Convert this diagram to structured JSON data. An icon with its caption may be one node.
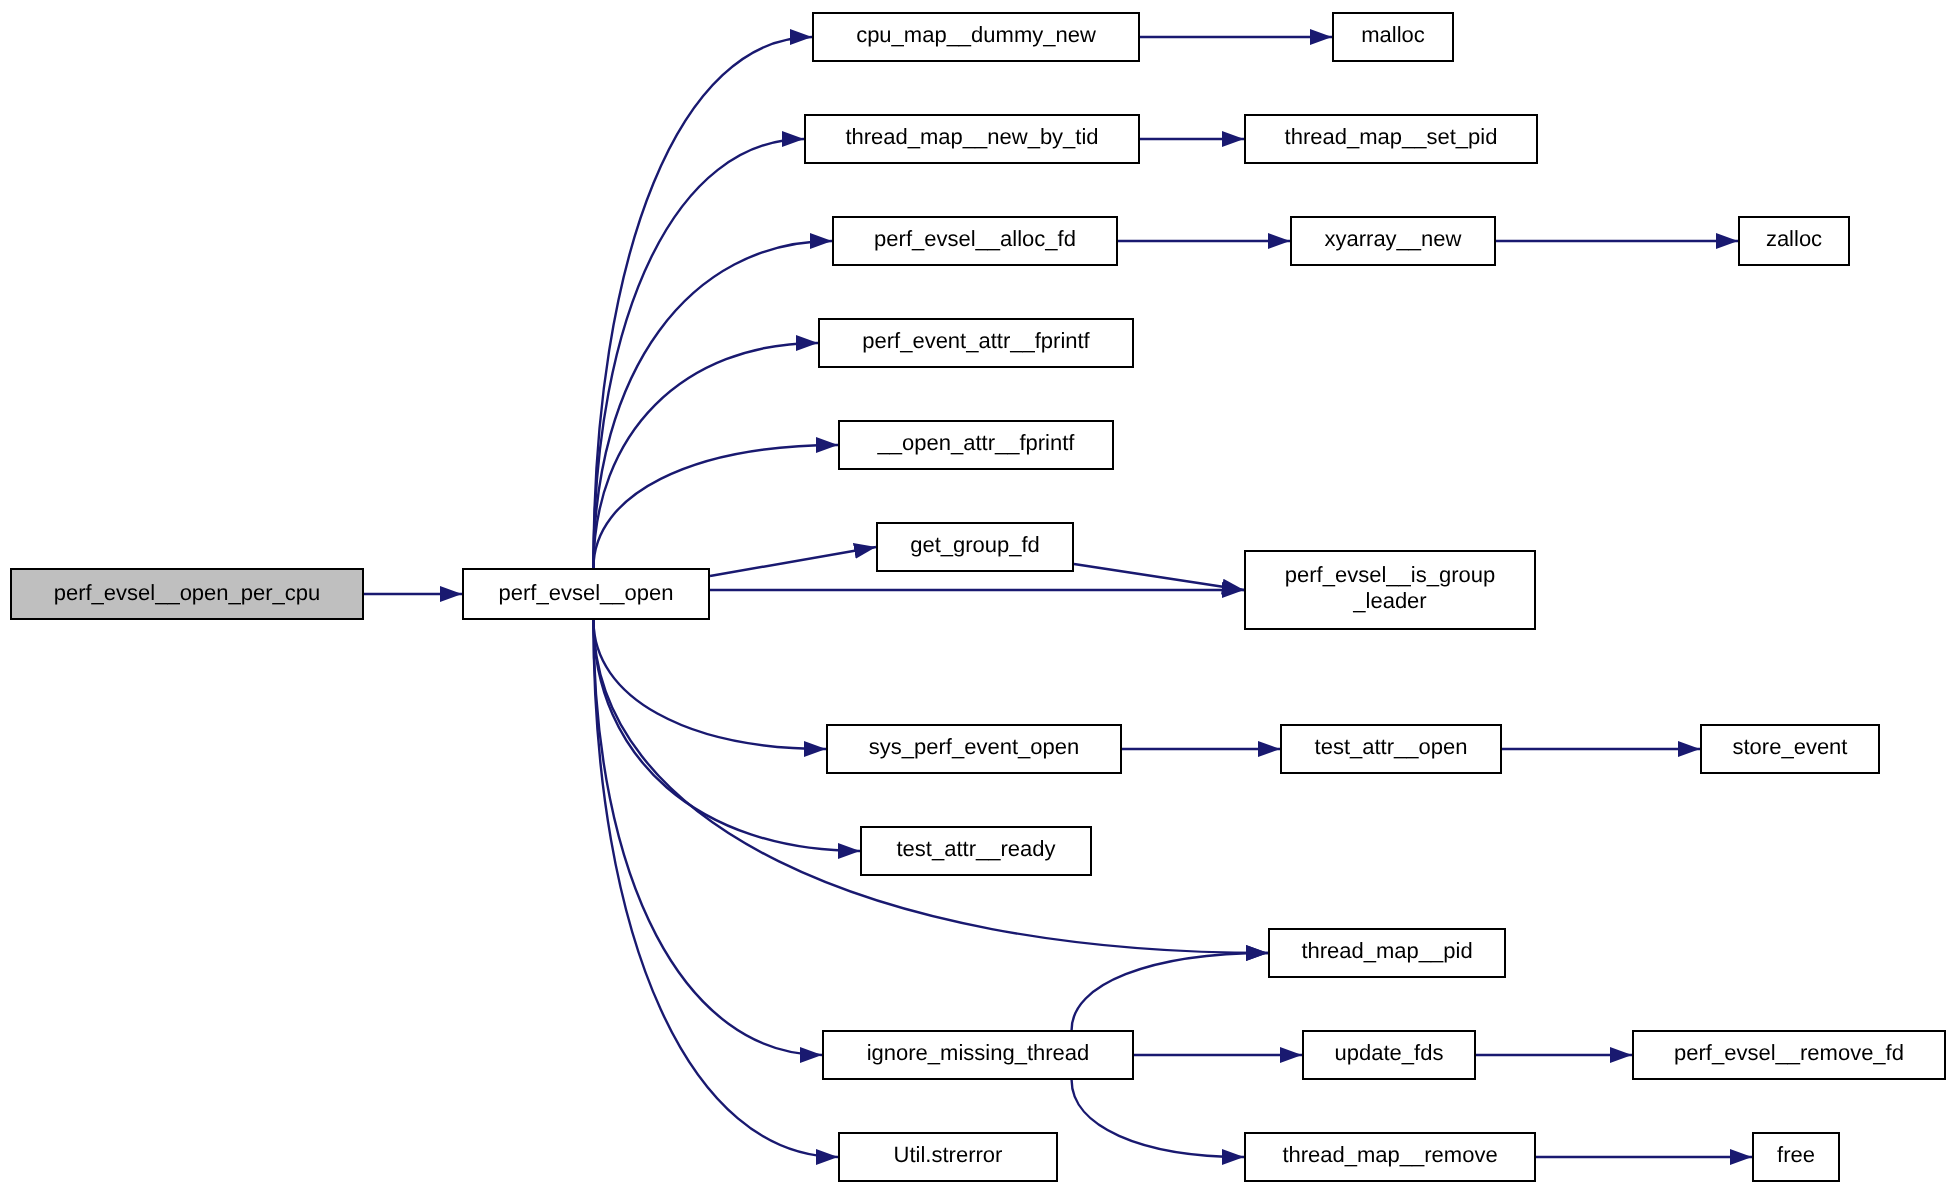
{
  "diagram": {
    "nodes": [
      {
        "text": [
          "perf_evsel__open_per_cpu"
        ]
      },
      {
        "text": [
          "perf_evsel__open"
        ]
      },
      {
        "text": [
          "cpu_map__dummy_new"
        ]
      },
      {
        "text": [
          "malloc"
        ]
      },
      {
        "text": [
          "thread_map__new_by_tid"
        ]
      },
      {
        "text": [
          "thread_map__set_pid"
        ]
      },
      {
        "text": [
          "perf_evsel__alloc_fd"
        ]
      },
      {
        "text": [
          "xyarray__new"
        ]
      },
      {
        "text": [
          "zalloc"
        ]
      },
      {
        "text": [
          "perf_event_attr__fprintf"
        ]
      },
      {
        "text": [
          "__open_attr__fprintf"
        ]
      },
      {
        "text": [
          "get_group_fd"
        ]
      },
      {
        "text": [
          "perf_evsel__is_group _leader"
        ]
      },
      {
        "text": [
          "sys_perf_event_open"
        ]
      },
      {
        "text": [
          "test_attr__open"
        ]
      },
      {
        "text": [
          "store_event"
        ]
      },
      {
        "text": [
          "test_attr__ready"
        ]
      },
      {
        "text": [
          "thread_map__pid"
        ]
      },
      {
        "text": [
          "ignore_missing_thread"
        ]
      },
      {
        "text": [
          "update_fds"
        ]
      },
      {
        "text": [
          "perf_evsel__remove_fd"
        ]
      },
      {
        "text": [
          "Util.strerror"
        ]
      },
      {
        "text": [
          "thread_map__remove"
        ]
      },
      {
        "text": [
          "free"
        ]
      }
    ],
    "edges": [
      {
        "from": 0,
        "to": 1,
        "arrow": "to"
      },
      {
        "from": 1,
        "to": 2,
        "arrow": "to"
      },
      {
        "from": 1,
        "to": 4,
        "arrow": "to"
      },
      {
        "from": 1,
        "to": 6,
        "arrow": "to"
      },
      {
        "from": 1,
        "to": 9,
        "arrow": "to"
      },
      {
        "from": 1,
        "to": 10,
        "arrow": "to"
      },
      {
        "from": 1,
        "to": 11,
        "arrow": "to"
      },
      {
        "from": 1,
        "to": 12,
        "arrow": "to"
      },
      {
        "from": 1,
        "to": 13,
        "arrow": "to"
      },
      {
        "from": 1,
        "to": 16,
        "arrow": "to"
      },
      {
        "from": 1,
        "to": 17,
        "arrow": "to"
      },
      {
        "from": 1,
        "to": 18,
        "arrow": "to"
      },
      {
        "from": 1,
        "to": 21,
        "arrow": "to"
      },
      {
        "from": 2,
        "to": 3,
        "arrow": "to"
      },
      {
        "from": 4,
        "to": 5,
        "arrow": "to"
      },
      {
        "from": 6,
        "to": 7,
        "arrow": "to"
      },
      {
        "from": 7,
        "to": 8,
        "arrow": "to"
      },
      {
        "from": 11,
        "to": 12,
        "arrow": "to"
      },
      {
        "from": 13,
        "to": 14,
        "arrow": "to"
      },
      {
        "from": 14,
        "to": 15,
        "arrow": "to"
      },
      {
        "from": 18,
        "to": 17,
        "arrow": "to"
      },
      {
        "from": 18,
        "to": 19,
        "arrow": "to"
      },
      {
        "from": 19,
        "to": 20,
        "arrow": "to"
      },
      {
        "from": 18,
        "to": 22,
        "arrow": "to"
      },
      {
        "from": 22,
        "to": 23,
        "arrow": "to"
      }
    ]
  }
}
